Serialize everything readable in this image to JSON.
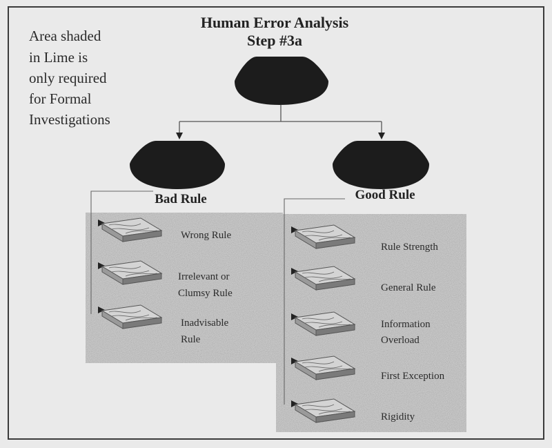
{
  "title": {
    "line1": "Human Error Analysis",
    "line2": "Step #3a"
  },
  "note": {
    "lines": [
      "Area shaded",
      "in Lime is",
      "only required",
      "for Formal",
      "Investigations"
    ]
  },
  "branches": {
    "bad": {
      "label": "Bad Rule",
      "items": [
        [
          "Wrong Rule"
        ],
        [
          "Irrelevant or",
          "Clumsy Rule"
        ],
        [
          "Inadvisable",
          "Rule"
        ]
      ]
    },
    "good": {
      "label": "Good Rule",
      "items": [
        [
          "Rule Strength"
        ],
        [
          "General Rule"
        ],
        [
          "Information",
          "Overload"
        ],
        [
          "First Exception"
        ],
        [
          "Rigidity"
        ]
      ]
    }
  },
  "colors": {
    "shape": "#1c1c1c",
    "shaded_area": "#c8c8c8",
    "border": "#3a3a3a",
    "line": "#555555",
    "background": "#eaeaea"
  }
}
